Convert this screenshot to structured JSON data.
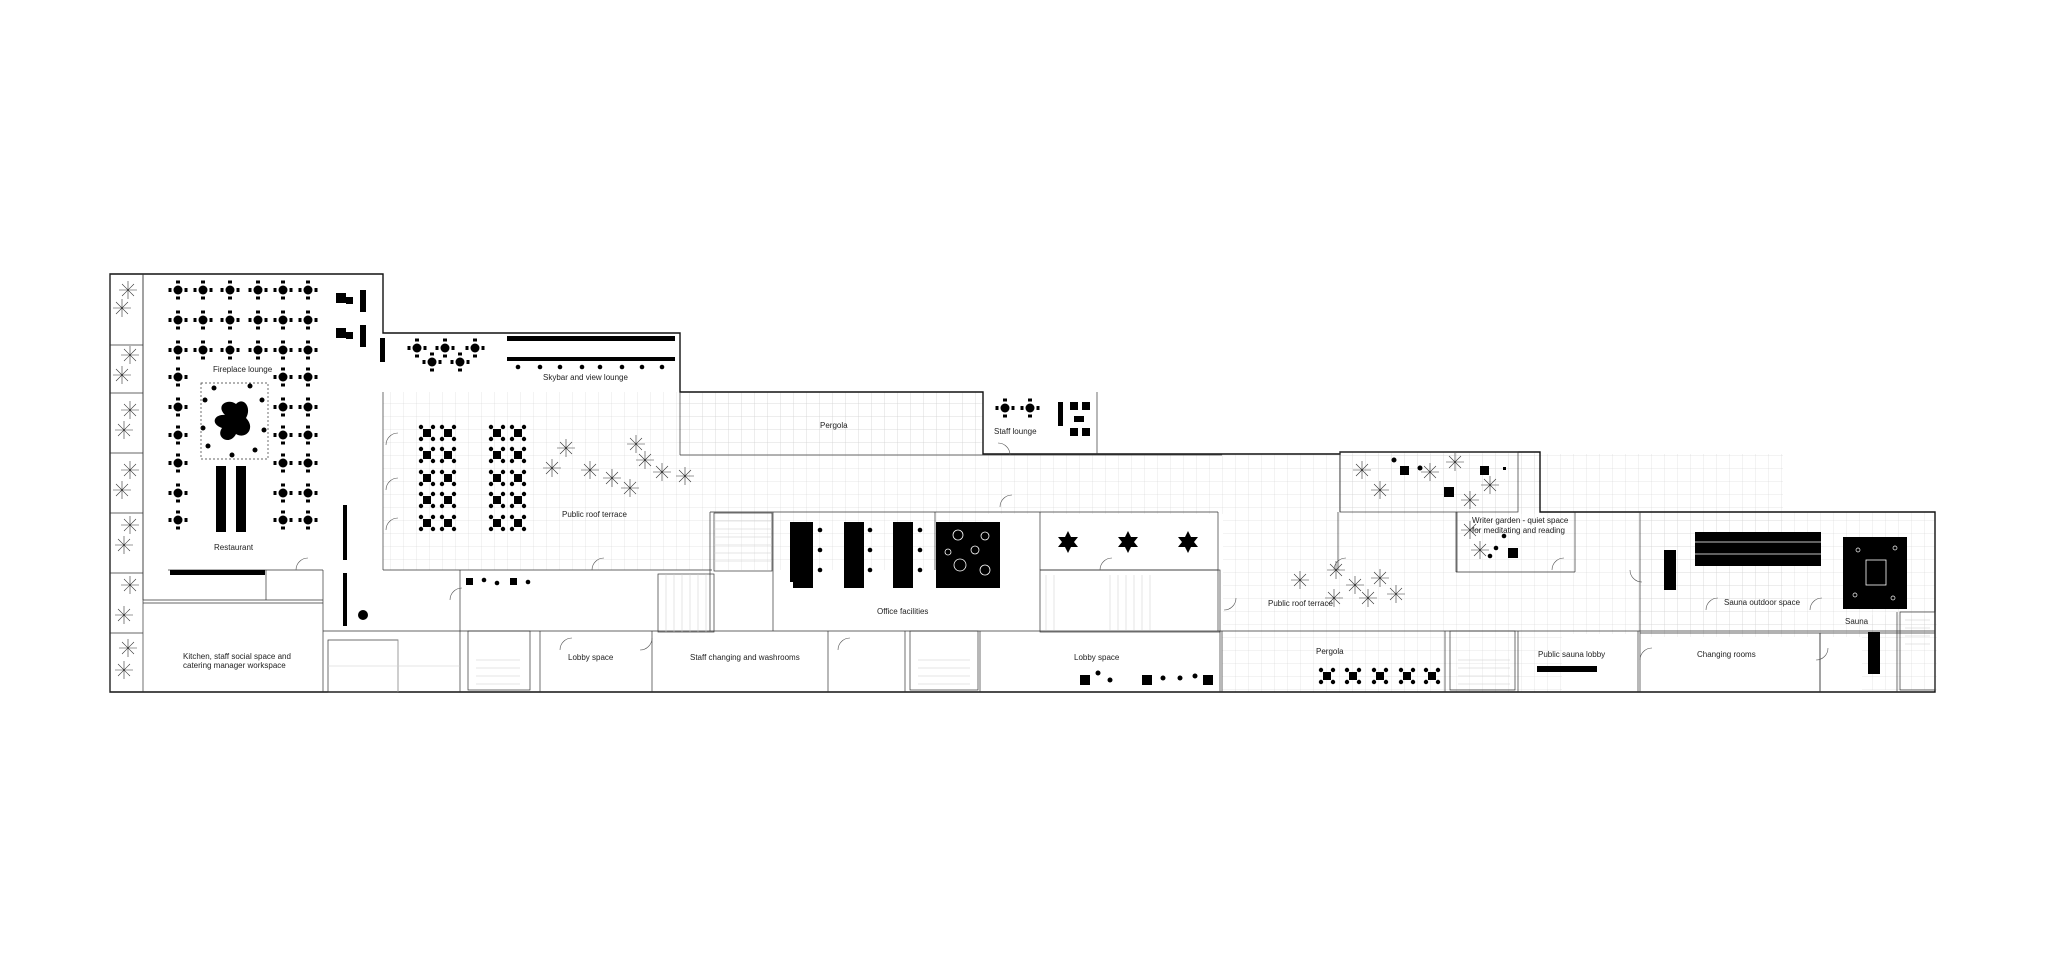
{
  "plan": {
    "labels": {
      "fireplace_lounge": "Fireplace lounge",
      "restaurant": "Restaurant",
      "skybar": "Skybar and view lounge",
      "pergola_top": "Pergola",
      "staff_lounge": "Staff lounge",
      "public_roof_terrace_left": "Public roof terrace",
      "office_facilities": "Office facilities",
      "public_roof_terrace_right": "Public roof terrace",
      "writer_garden_1": "Writer garden - quiet space",
      "writer_garden_2": "for meditating and reading",
      "sauna_outdoor": "Sauna outdoor space",
      "sauna": "Sauna",
      "kitchen_1": "Kitchen, staff social space and",
      "kitchen_2": "catering manager workspace",
      "lobby_left": "Lobby space",
      "staff_changing": "Staff changing and washrooms",
      "lobby_right": "Lobby space",
      "pergola_bottom": "Pergola",
      "public_sauna_lobby": "Public sauna lobby",
      "changing_rooms": "Changing rooms"
    },
    "colors": {
      "ink": "#000000",
      "grid": "#cccccc",
      "background": "#ffffff"
    }
  }
}
